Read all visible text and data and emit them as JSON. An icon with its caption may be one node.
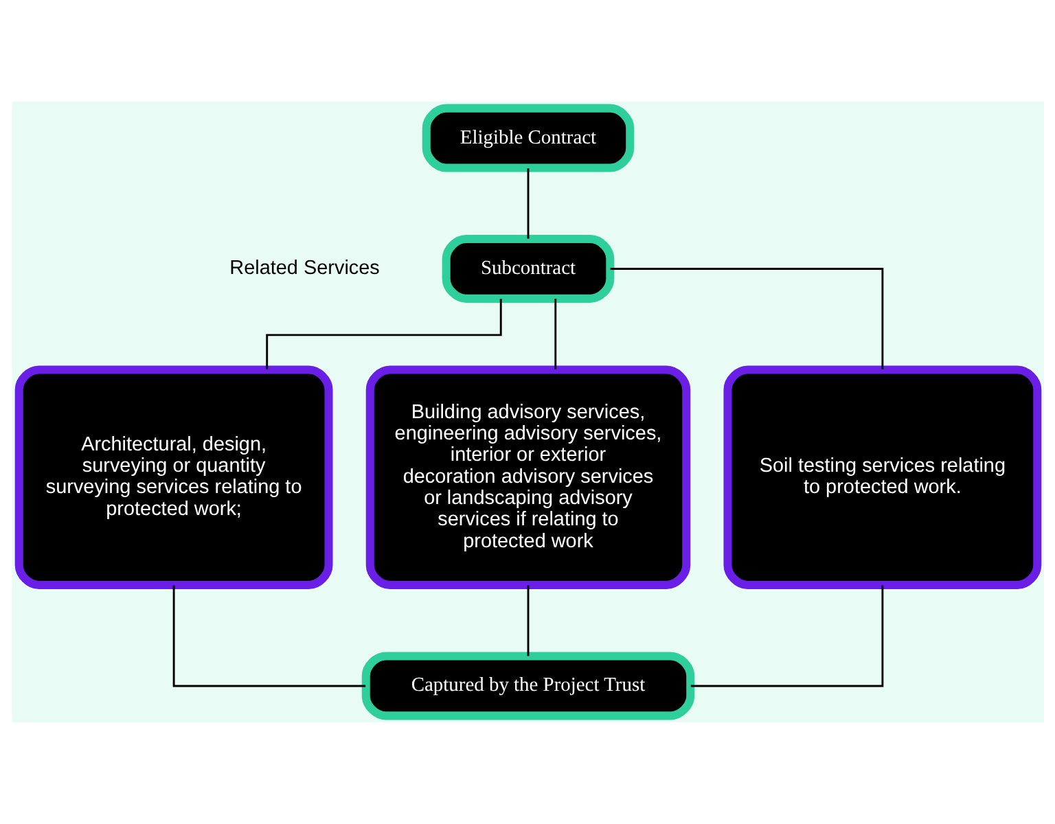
{
  "diagram": {
    "nodes": [
      {
        "text": [
          "Eligible Contract"
        ]
      },
      {
        "text": [
          "Subcontract"
        ]
      },
      {
        "text": [
          "Architectural, design, surveying or quantity surveying services relating to protected work;"
        ]
      },
      {
        "text": [
          "Building advisory services, engineering advisory services, interior or exterior decoration advisory services or landscaping advisory services if relating to protected work"
        ]
      },
      {
        "text": [
          "Soil testing services relating to protected work."
        ]
      },
      {
        "text": [
          "Captured by the Project Trust"
        ]
      }
    ],
    "edges": [
      {
        "from": 0,
        "to": 1,
        "arrow": "none"
      },
      {
        "from": 1,
        "to": 2,
        "arrow": "none"
      },
      {
        "from": 1,
        "to": 3,
        "arrow": "none"
      },
      {
        "from": 1,
        "to": 4,
        "arrow": "none"
      },
      {
        "from": 2,
        "to": 5,
        "arrow": "none"
      },
      {
        "from": 3,
        "to": 5,
        "arrow": "none"
      },
      {
        "from": 4,
        "to": 5,
        "arrow": "none"
      }
    ],
    "labels": [
      "Related Services"
    ]
  }
}
